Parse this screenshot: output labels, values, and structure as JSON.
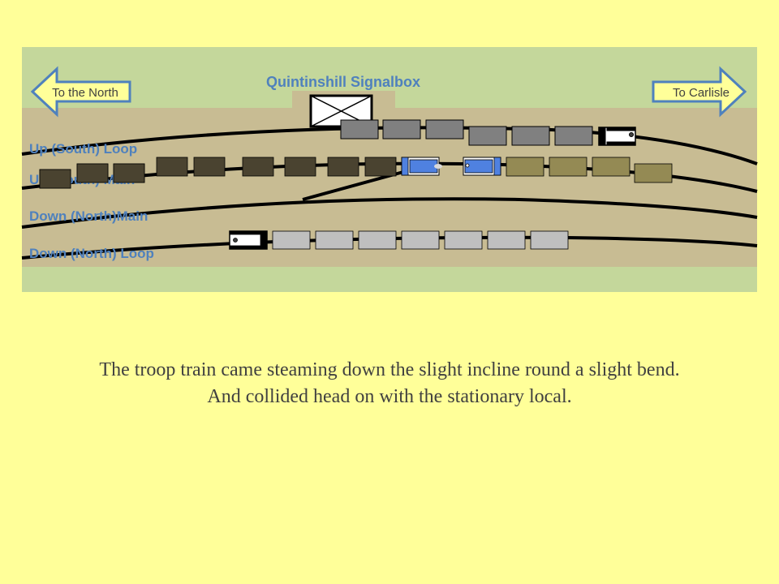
{
  "signalbox_label": "Quintinshill Signalbox",
  "direction_left": "To the North",
  "direction_right": "To Carlisle",
  "tracks": {
    "up_loop": "Up (South) Loop",
    "up_main": "Up (South) Main",
    "down_main": "Down  (North)Main",
    "down_loop": "Down (North) Loop"
  },
  "caption": {
    "line1": "The troop train came steaming down the slight incline round a slight bend.",
    "line2": "And collided head on with the stationary local."
  },
  "colors": {
    "background": "#ffff99",
    "field": "#c4d79b",
    "ballast": "#c8bc93",
    "label_blue": "#4f81bd",
    "track": "#000000",
    "coal_wagon": "#808080",
    "empty_wagon": "#bfbfbf",
    "troop_coach": "#4a4330",
    "local_coach": "#948a54",
    "engine_blue": "#4f81e0"
  }
}
